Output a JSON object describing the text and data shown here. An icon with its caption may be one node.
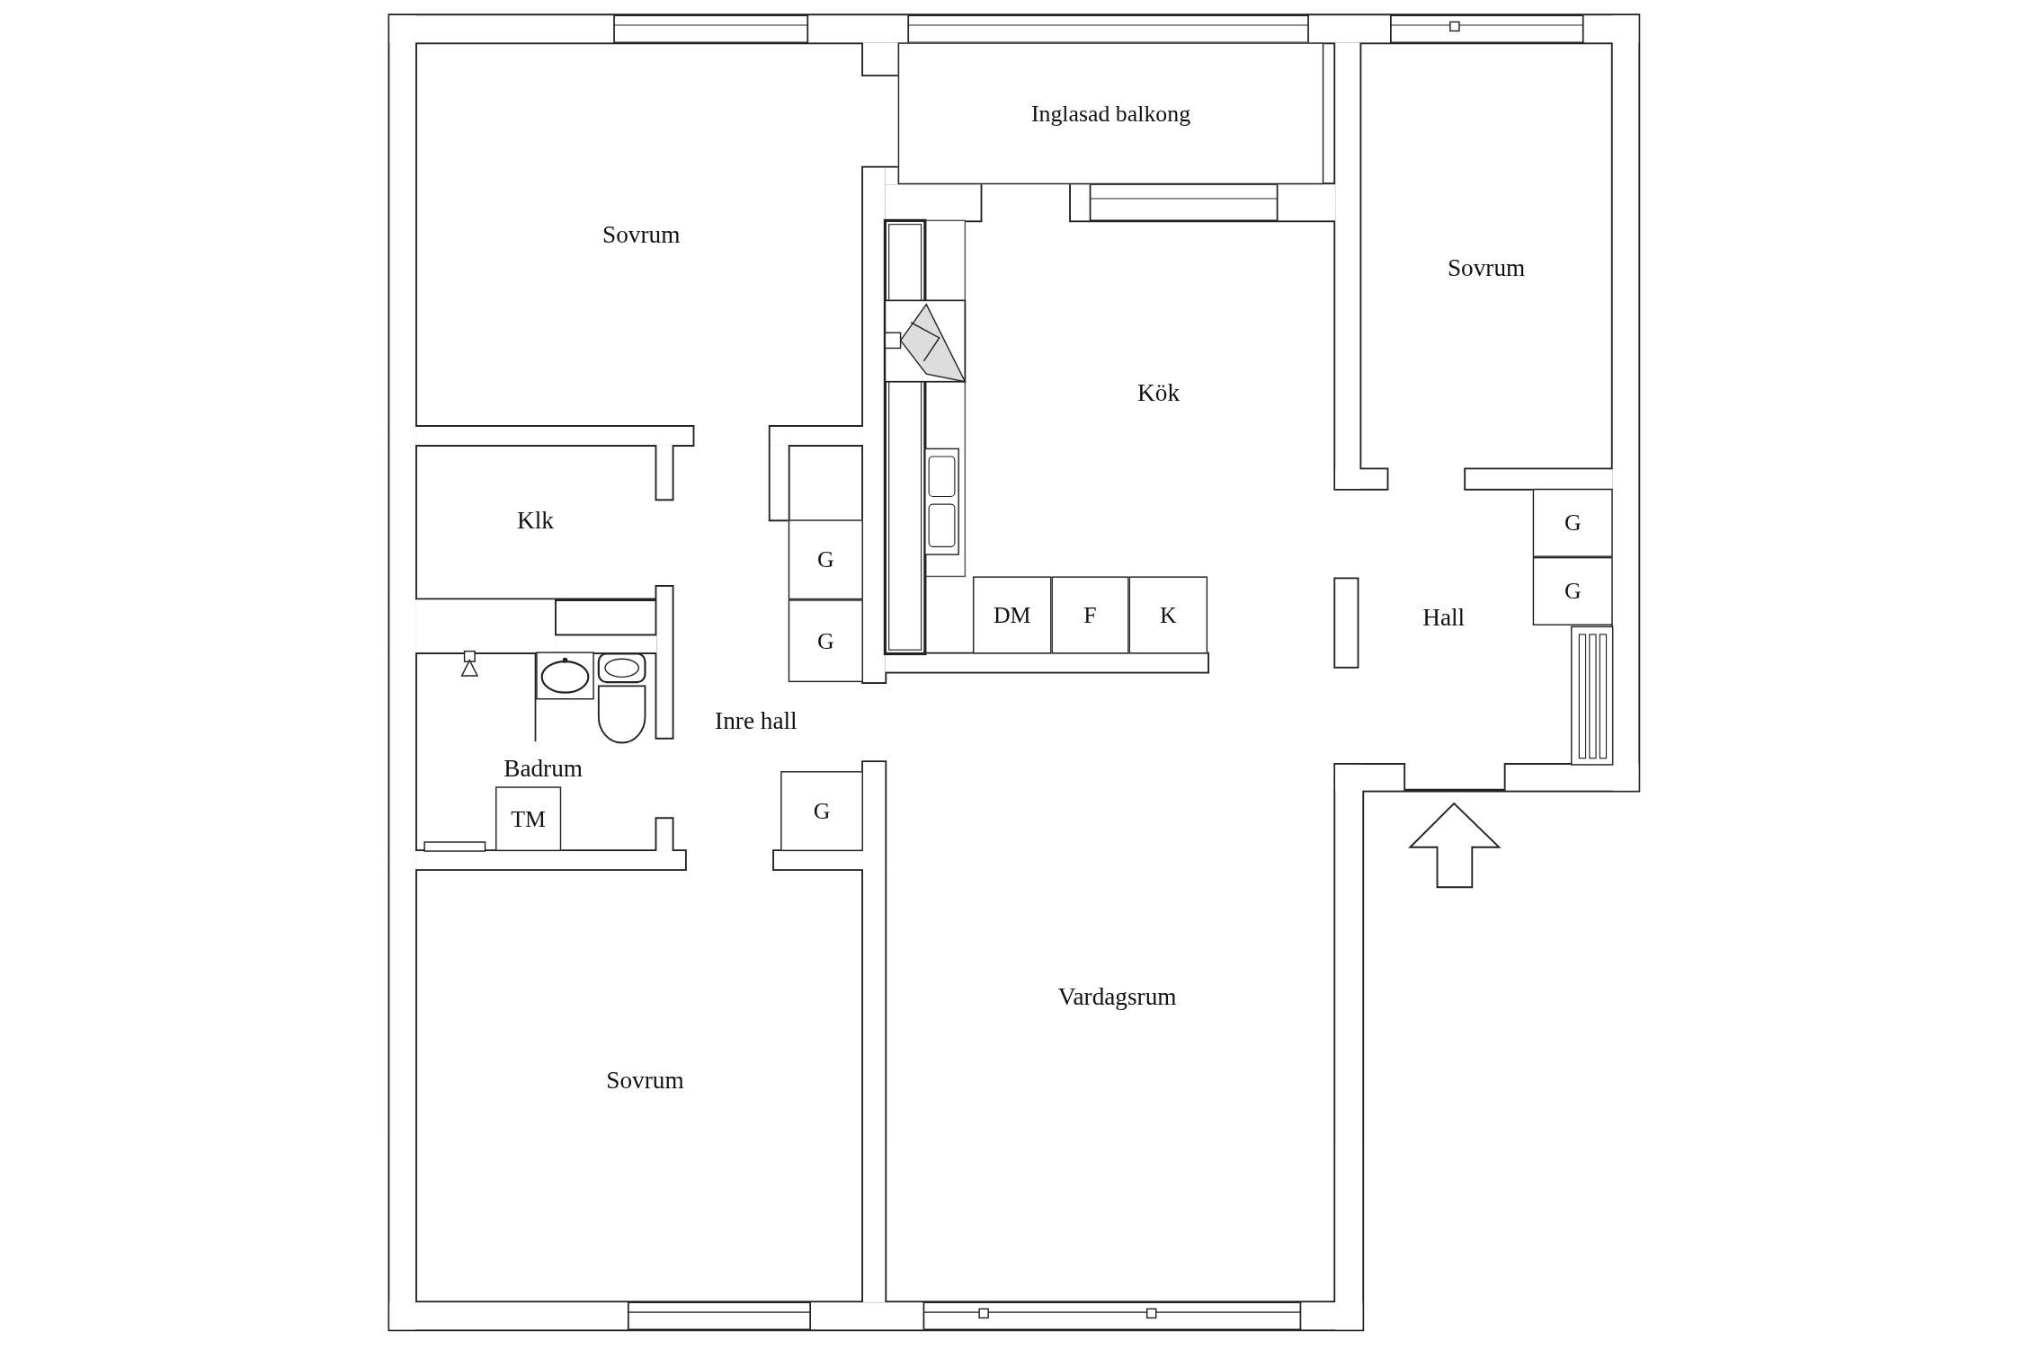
{
  "diagram": {
    "nodes": [
      {
        "text": [
          "Inglasad balkong"
        ]
      },
      {
        "text": [
          "G"
        ]
      },
      {
        "text": [
          "G"
        ]
      },
      {
        "text": [
          "G"
        ]
      },
      {
        "text": [
          "DM"
        ]
      },
      {
        "text": [
          "F"
        ]
      },
      {
        "text": [
          "K"
        ]
      },
      {
        "text": [
          "G"
        ]
      },
      {
        "text": [
          "G"
        ]
      },
      {
        "text": [
          "TM"
        ]
      }
    ],
    "edges": [],
    "labels": [
      "Sovrum",
      "Sovrum",
      "Kök",
      "Klk",
      "Hall",
      "Inre hall",
      "Badrum",
      "Vardagsrum",
      "Sovrum"
    ]
  }
}
